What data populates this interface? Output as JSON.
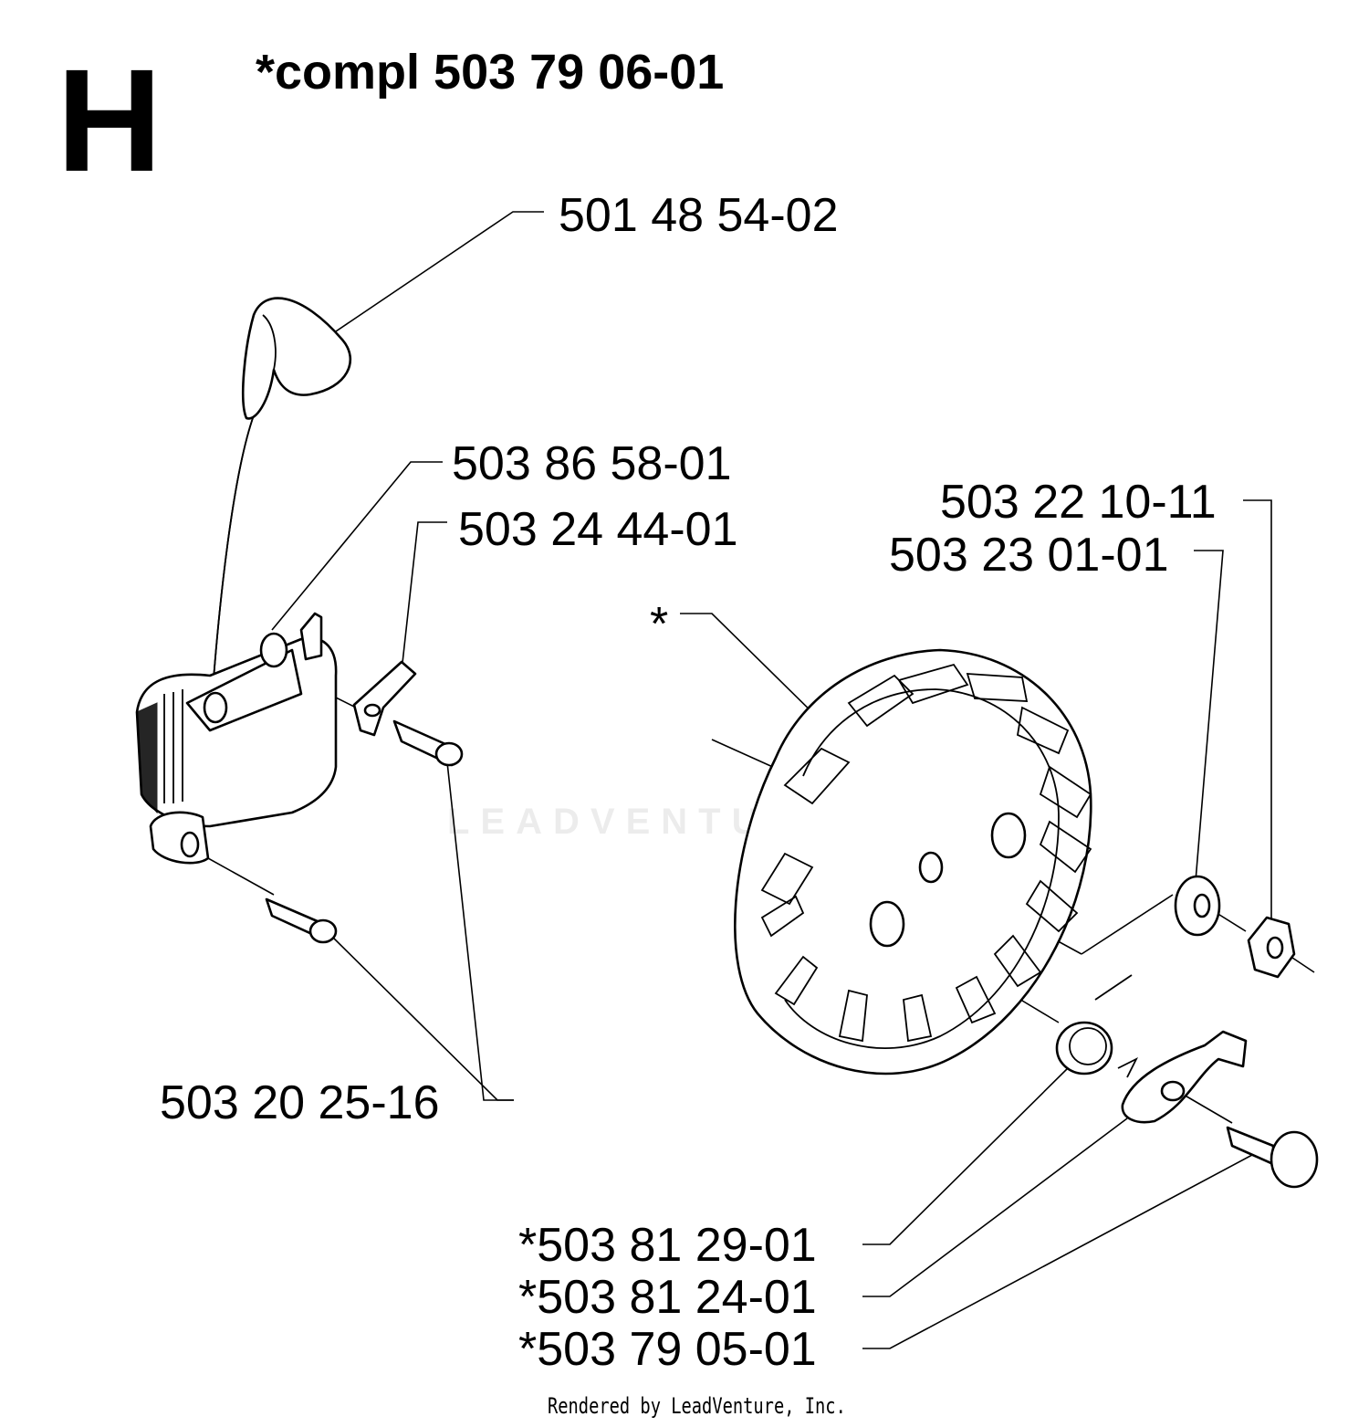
{
  "section": {
    "letter": "H",
    "compl": "*compl 503 79 06-01"
  },
  "parts": {
    "boot": "501 48 54-02",
    "module": "503 86 58-01",
    "terminal": "503 24 44-01",
    "screw": "503 20 25-16",
    "nut": "503 22 10-11",
    "washer": "503 23 01-01",
    "flywheel_asterisk": "*",
    "spring": "*503 81 29-01",
    "pawl": "*503 81 24-01",
    "pin": "*503 79 05-01"
  },
  "watermark": "LEADVENTURE",
  "footer": "Rendered by LeadVenture, Inc."
}
